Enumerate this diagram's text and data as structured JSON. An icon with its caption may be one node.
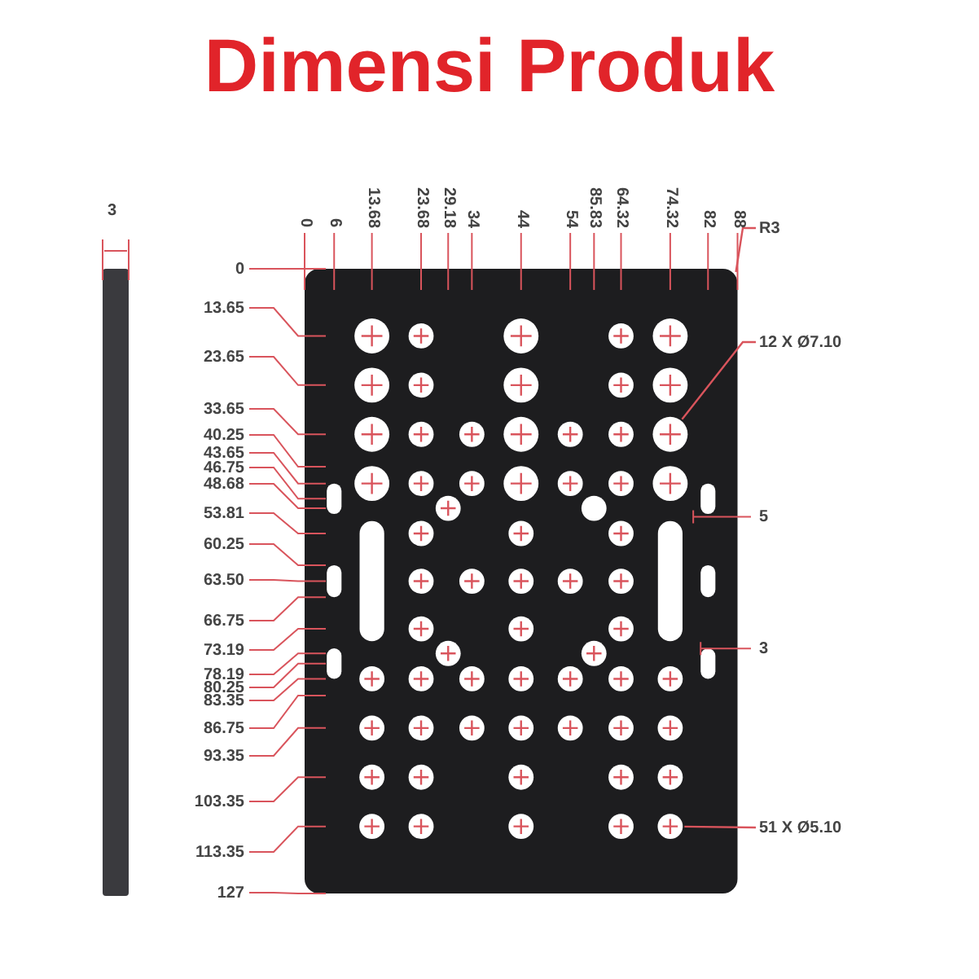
{
  "diagram": {
    "title": "Dimensi Produk",
    "nodes": [
      {
        "text": [
          "R3"
        ]
      },
      {
        "text": [
          "12 X Ø7.10"
        ]
      },
      {
        "text": [],
        "shape": "circle"
      },
      {
        "text": [
          "51 X Ø5.10"
        ]
      },
      {
        "text": [],
        "shape": "circle"
      }
    ],
    "edges": [
      {
        "from": 0,
        "to": null,
        "arrow": "none"
      },
      {
        "from": 1,
        "to": 2,
        "arrow": "none"
      },
      {
        "from": 3,
        "to": 4,
        "arrow": "none"
      }
    ],
    "labels": [
      "3",
      "0",
      "6",
      "13.68",
      "23.68",
      "29.18",
      "34",
      "44",
      "54",
      "85.83",
      "64.32",
      "74.32",
      "82",
      "88",
      "0",
      "13.65",
      "23.65",
      "33.65",
      "40.25",
      "43.65",
      "46.75",
      "48.68",
      "53.81",
      "60.25",
      "63.50",
      "66.75",
      "73.19",
      "78.19",
      "80.25",
      "83.35",
      "86.75",
      "93.35",
      "103.35",
      "113.35",
      "127",
      "5",
      "3"
    ]
  }
}
